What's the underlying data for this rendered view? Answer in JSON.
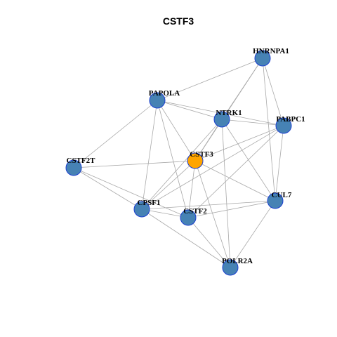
{
  "graph": {
    "title": "CSTF3",
    "colors": {
      "node": "#4682b4",
      "center_node": "#ffa500",
      "node_border": "#1c3fd1",
      "edge": "#a8a8a8"
    },
    "center": "CSTF3",
    "nodes": [
      {
        "id": "HNRNPA1",
        "label": "HNRNPA1"
      },
      {
        "id": "PAPOLA",
        "label": "PAPOLA"
      },
      {
        "id": "NTRK1",
        "label": "NTRK1"
      },
      {
        "id": "PABPC1",
        "label": "PABPC1"
      },
      {
        "id": "CSTF2T",
        "label": "CSTF2T"
      },
      {
        "id": "CSTF3",
        "label": "CSTF3"
      },
      {
        "id": "CUL7",
        "label": "CUL7"
      },
      {
        "id": "CPSF1",
        "label": "CPSF1"
      },
      {
        "id": "CSTF2",
        "label": "CSTF2"
      },
      {
        "id": "POLR2A",
        "label": "POLR2A"
      }
    ],
    "edges": [
      [
        "HNRNPA1",
        "PAPOLA"
      ],
      [
        "HNRNPA1",
        "NTRK1"
      ],
      [
        "HNRNPA1",
        "PABPC1"
      ],
      [
        "HNRNPA1",
        "CUL7"
      ],
      [
        "HNRNPA1",
        "CSTF3"
      ],
      [
        "PAPOLA",
        "NTRK1"
      ],
      [
        "PAPOLA",
        "PABPC1"
      ],
      [
        "PAPOLA",
        "CSTF3"
      ],
      [
        "PAPOLA",
        "CPSF1"
      ],
      [
        "PAPOLA",
        "CSTF2"
      ],
      [
        "PAPOLA",
        "CSTF2T"
      ],
      [
        "NTRK1",
        "PABPC1"
      ],
      [
        "NTRK1",
        "CUL7"
      ],
      [
        "NTRK1",
        "POLR2A"
      ],
      [
        "NTRK1",
        "CPSF1"
      ],
      [
        "NTRK1",
        "CSTF3"
      ],
      [
        "PABPC1",
        "CSTF3"
      ],
      [
        "PABPC1",
        "CUL7"
      ],
      [
        "PABPC1",
        "CSTF2"
      ],
      [
        "PABPC1",
        "CPSF1"
      ],
      [
        "CSTF2T",
        "CSTF3"
      ],
      [
        "CSTF2T",
        "CPSF1"
      ],
      [
        "CSTF2T",
        "CSTF2"
      ],
      [
        "CSTF3",
        "CPSF1"
      ],
      [
        "CSTF3",
        "CSTF2"
      ],
      [
        "CSTF3",
        "CUL7"
      ],
      [
        "CSTF3",
        "POLR2A"
      ],
      [
        "CPSF1",
        "CSTF2"
      ],
      [
        "CPSF1",
        "CUL7"
      ],
      [
        "CPSF1",
        "POLR2A"
      ],
      [
        "CSTF2",
        "CUL7"
      ],
      [
        "CSTF2",
        "POLR2A"
      ],
      [
        "CUL7",
        "POLR2A"
      ]
    ]
  }
}
